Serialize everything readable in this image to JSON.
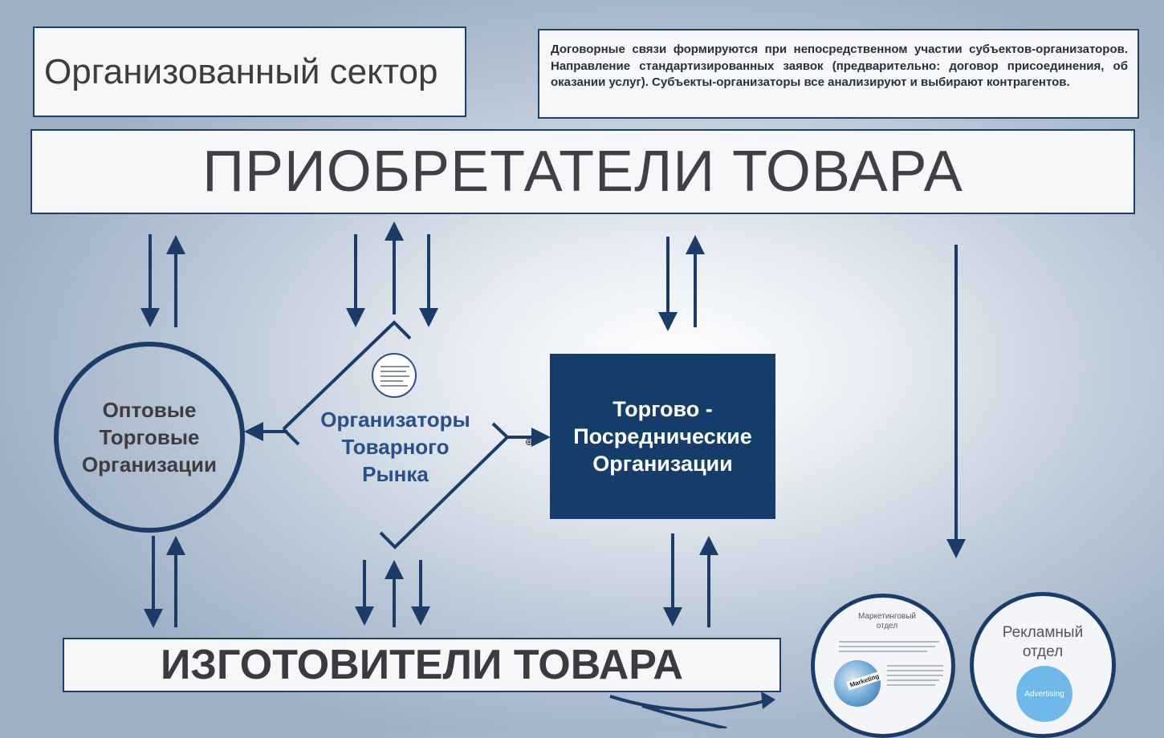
{
  "sector": {
    "title": "Организованный сектор"
  },
  "note": {
    "text": "Договорные связи формируются при непосредственном участии субъектов-организаторов. Направление стандартизированных заявок (предварительно: договор присоединения, об оказании услуг). Субъекты-организаторы все анализируют и выбирают контрагентов."
  },
  "buyers": {
    "title": "ПРИОБРЕТАТЕЛИ ТОВАРА"
  },
  "makers": {
    "title": "ИЗГОТОВИТЕЛИ ТОВАРА"
  },
  "wholesale": {
    "label_lines": [
      "Оптовые",
      "Торговые",
      "Организации"
    ]
  },
  "organizers": {
    "label_lines": [
      "Организаторы",
      "Товарного",
      "Рынка"
    ]
  },
  "trade": {
    "label_lines": [
      "Торгово -",
      "Посреднические",
      "Организации"
    ]
  },
  "marketing": {
    "label": "Маркетинговый отдел",
    "tag": "Marketing"
  },
  "advertising": {
    "label": "Рекламный отдел",
    "badge": "Advertising"
  },
  "colors": {
    "navy": "#1b3b69",
    "organizers_text": "#294f8d",
    "trade_fill": "#143d6b"
  },
  "icons": {
    "cursor": "zoom-cursor-icon"
  }
}
